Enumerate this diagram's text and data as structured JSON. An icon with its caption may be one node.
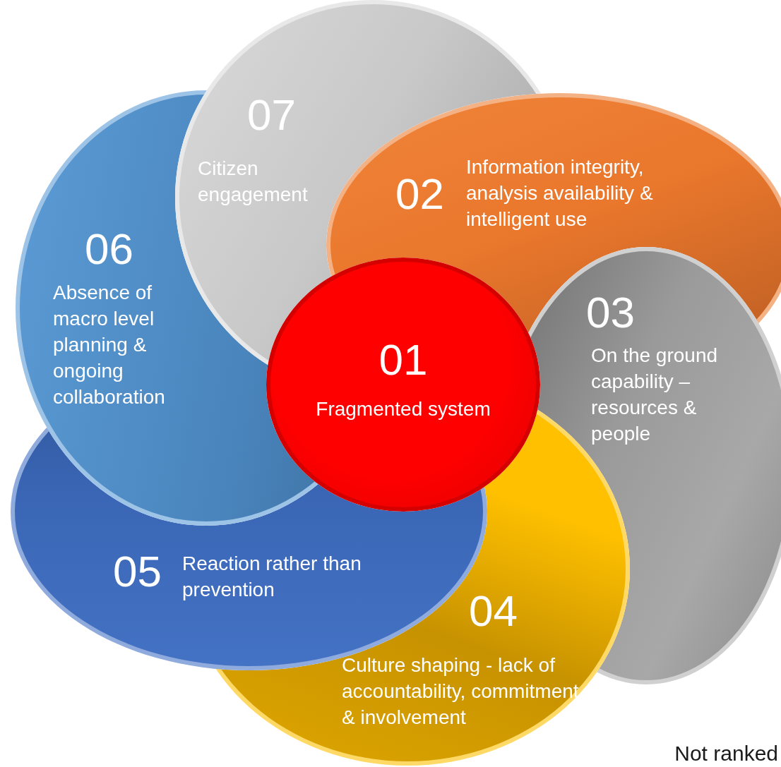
{
  "diagram": {
    "nodes": [
      {
        "text": [
          "01",
          "Fragmented system"
        ]
      },
      {
        "text": [
          "02",
          "Information integrity, analysis availability & intelligent use"
        ]
      },
      {
        "text": [
          "03",
          "On the ground capability – resources & people"
        ]
      },
      {
        "text": [
          "04",
          "Culture shaping - lack of accountability, commitment & involvement"
        ]
      },
      {
        "text": [
          "05",
          "Reaction rather than prevention"
        ]
      },
      {
        "text": [
          "06",
          "Absence of macro level planning & ongoing collaboration"
        ]
      },
      {
        "text": [
          "07",
          "Citizen engagement"
        ]
      }
    ],
    "labels": [
      "Not ranked"
    ]
  }
}
